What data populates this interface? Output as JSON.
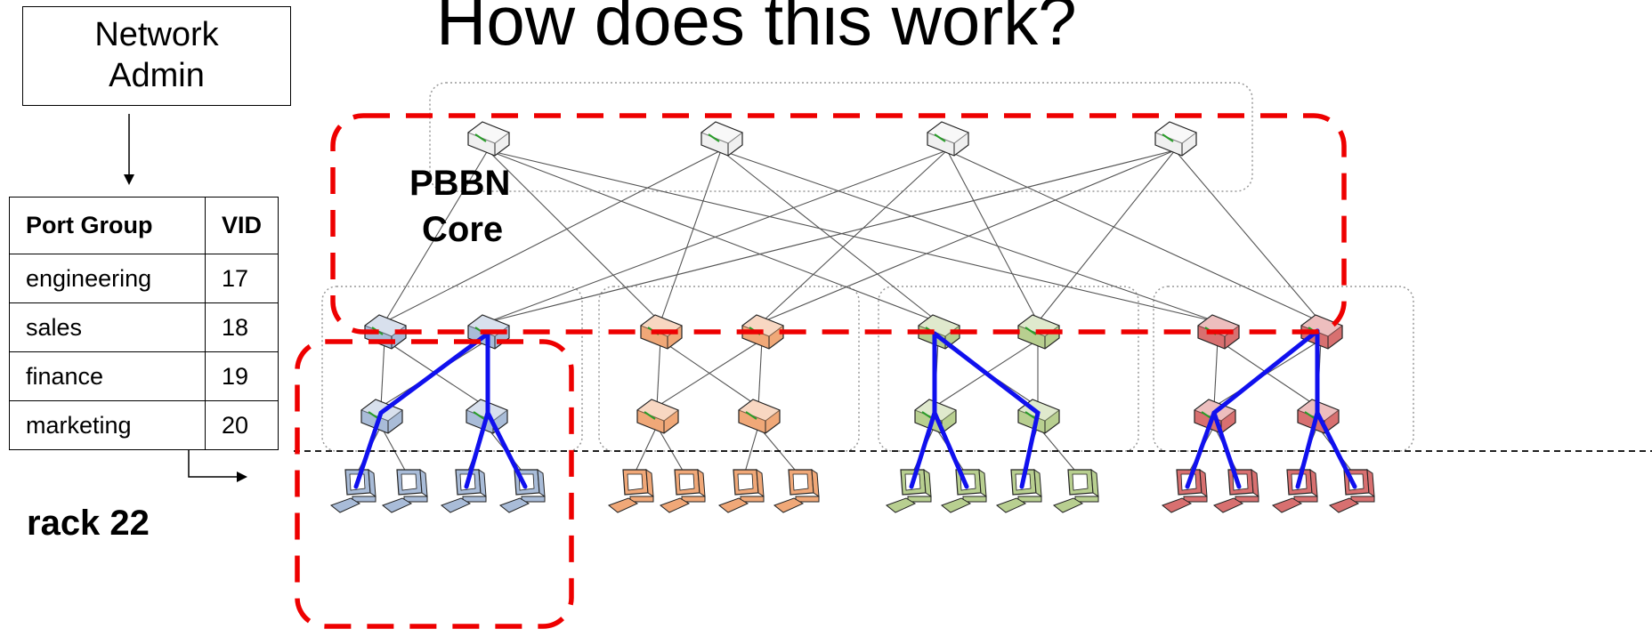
{
  "title": "How does this work?",
  "admin": {
    "line1": "Network",
    "line2": "Admin"
  },
  "port_table": {
    "headers": [
      "Port Group",
      "VID"
    ],
    "rows": [
      {
        "group": "engineering",
        "vid": "17"
      },
      {
        "group": "sales",
        "vid": "18"
      },
      {
        "group": "finance",
        "vid": "19"
      },
      {
        "group": "marketing",
        "vid": "20"
      }
    ]
  },
  "rack_label": "rack 22",
  "core_label": {
    "line1": "PBBN",
    "line2": "Core"
  },
  "colors": {
    "red_dash": "#ee0000",
    "vlan_path": "#1010ee",
    "pod_blue": "#a9bcd8",
    "pod_orange": "#f0a878",
    "pod_green": "#b8cf90",
    "pod_red": "#d87070",
    "core_gray": "#eeeeee"
  }
}
